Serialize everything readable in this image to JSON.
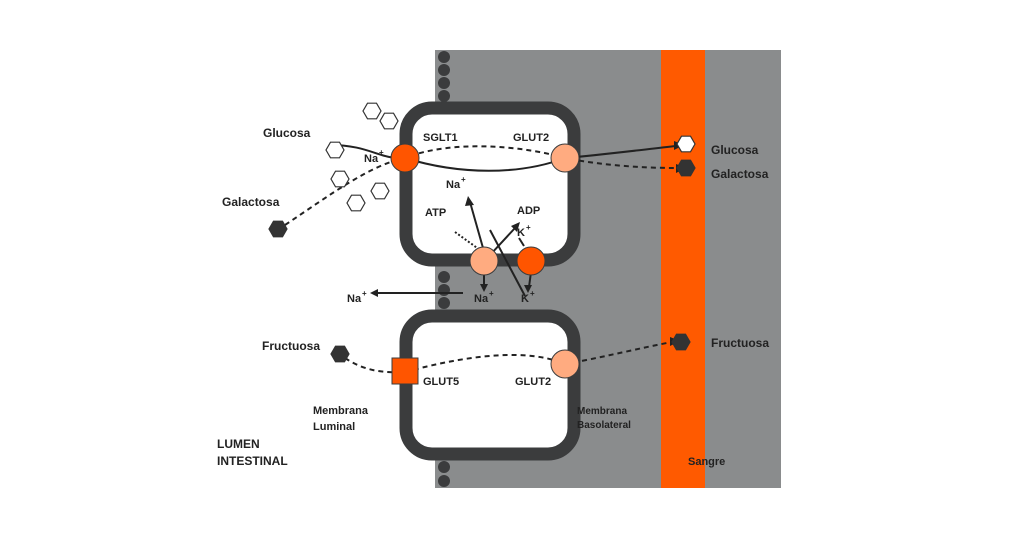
{
  "colors": {
    "background": "#ffffff",
    "tissue_gray": "#8a8c8d",
    "blood_orange": "#ff5a00",
    "cell_border": "#3b3c3d",
    "transporter_dark": "#ff5500",
    "transporter_light": "#ffab80",
    "sugar_dark": "#333333",
    "sugar_light": "#ffffff"
  },
  "labels": {
    "glucosa_left": "Glucosa",
    "galactosa_left": "Galactosa",
    "fructuosa_left": "Fructuosa",
    "na_sglt": "Na",
    "na_pump_in": "Na",
    "na_pump_out": "Na",
    "na_exit": "Na",
    "plus": "+",
    "atp": "ATP",
    "adp": "ADP",
    "k_top": "K",
    "k_bottom": "K",
    "sglt1": "SGLT1",
    "glut2_top": "GLUT2",
    "glut5": "GLUT5",
    "glut2_bottom": "GLUT2",
    "glucosa_right": "Glucosa",
    "galactosa_right": "Galactosa",
    "fructuosa_right": "Fructuosa",
    "membrana_luminal_1": "Membrana",
    "membrana_luminal_2": "Luminal",
    "membrana_basolateral_1": "Membrana",
    "membrana_basolateral_2": "Basolateral",
    "lumen_1": "LUMEN",
    "lumen_2": "INTESTINAL",
    "sangre": "Sangre"
  },
  "icons": {
    "sugar_light": "hexagon-outline-icon",
    "sugar_dark": "hexagon-filled-icon",
    "transporter_round": "circle-transporter-icon",
    "transporter_square": "square-transporter-icon"
  }
}
